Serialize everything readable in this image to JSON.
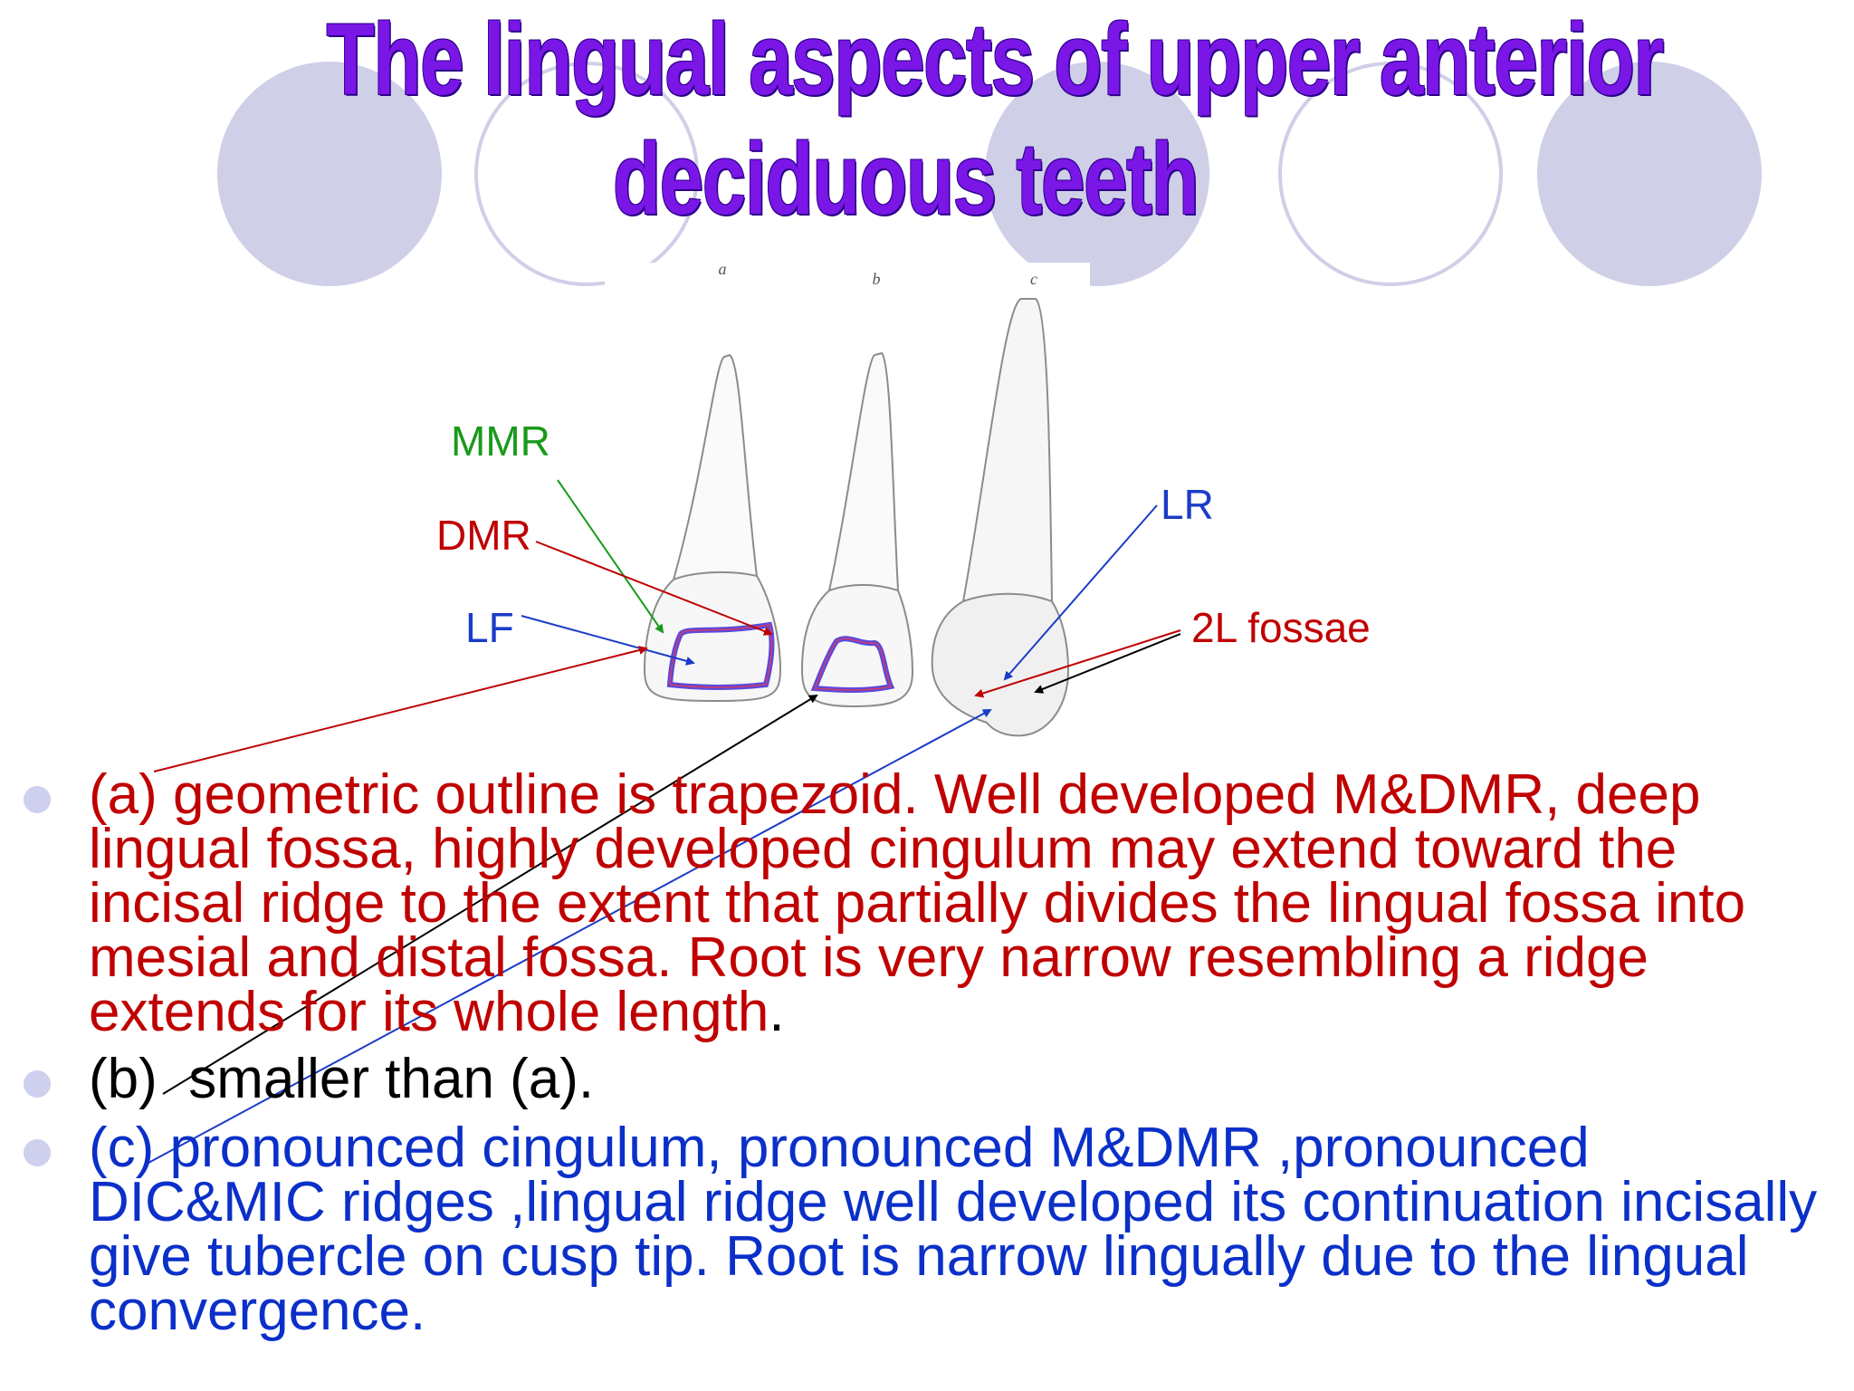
{
  "slide": {
    "title_line1": "The lingual aspects of upper anterior",
    "title_line2": "deciduous teeth"
  },
  "figure": {
    "tooth_letters": [
      "a",
      "b",
      "c"
    ],
    "labels": {
      "mmr": "MMR",
      "dmr": "DMR",
      "lf": "LF",
      "lr": "LR",
      "fossae": "2L fossae"
    },
    "label_colors": {
      "mmr": "#1a9a1a",
      "dmr": "#c00000",
      "lf": "#1a3cc8",
      "lr": "#1a3cc8",
      "fossae": "#c00000"
    }
  },
  "bullets": [
    {
      "text": "(a) geometric outline is trapezoid. Well developed M&DMR, deep lingual fossa, highly developed cingulum may extend toward the incisal ridge to the extent that partially divides the lingual fossa into mesial and distal fossa. Root is very narrow resembling a ridge extends for its whole length",
      "trail": ".",
      "color": "#c00000"
    },
    {
      "text": "(b)  smaller than (a).",
      "color": "#000000"
    },
    {
      "text": "(c) pronounced cingulum, pronounced M&DMR ,pronounced DIC&MIC ridges ,lingual ridge well developed its continuation incisally give tubercle on cusp tip. Root is narrow lingually due to the lingual convergence.",
      "color": "#0b30c9"
    }
  ]
}
